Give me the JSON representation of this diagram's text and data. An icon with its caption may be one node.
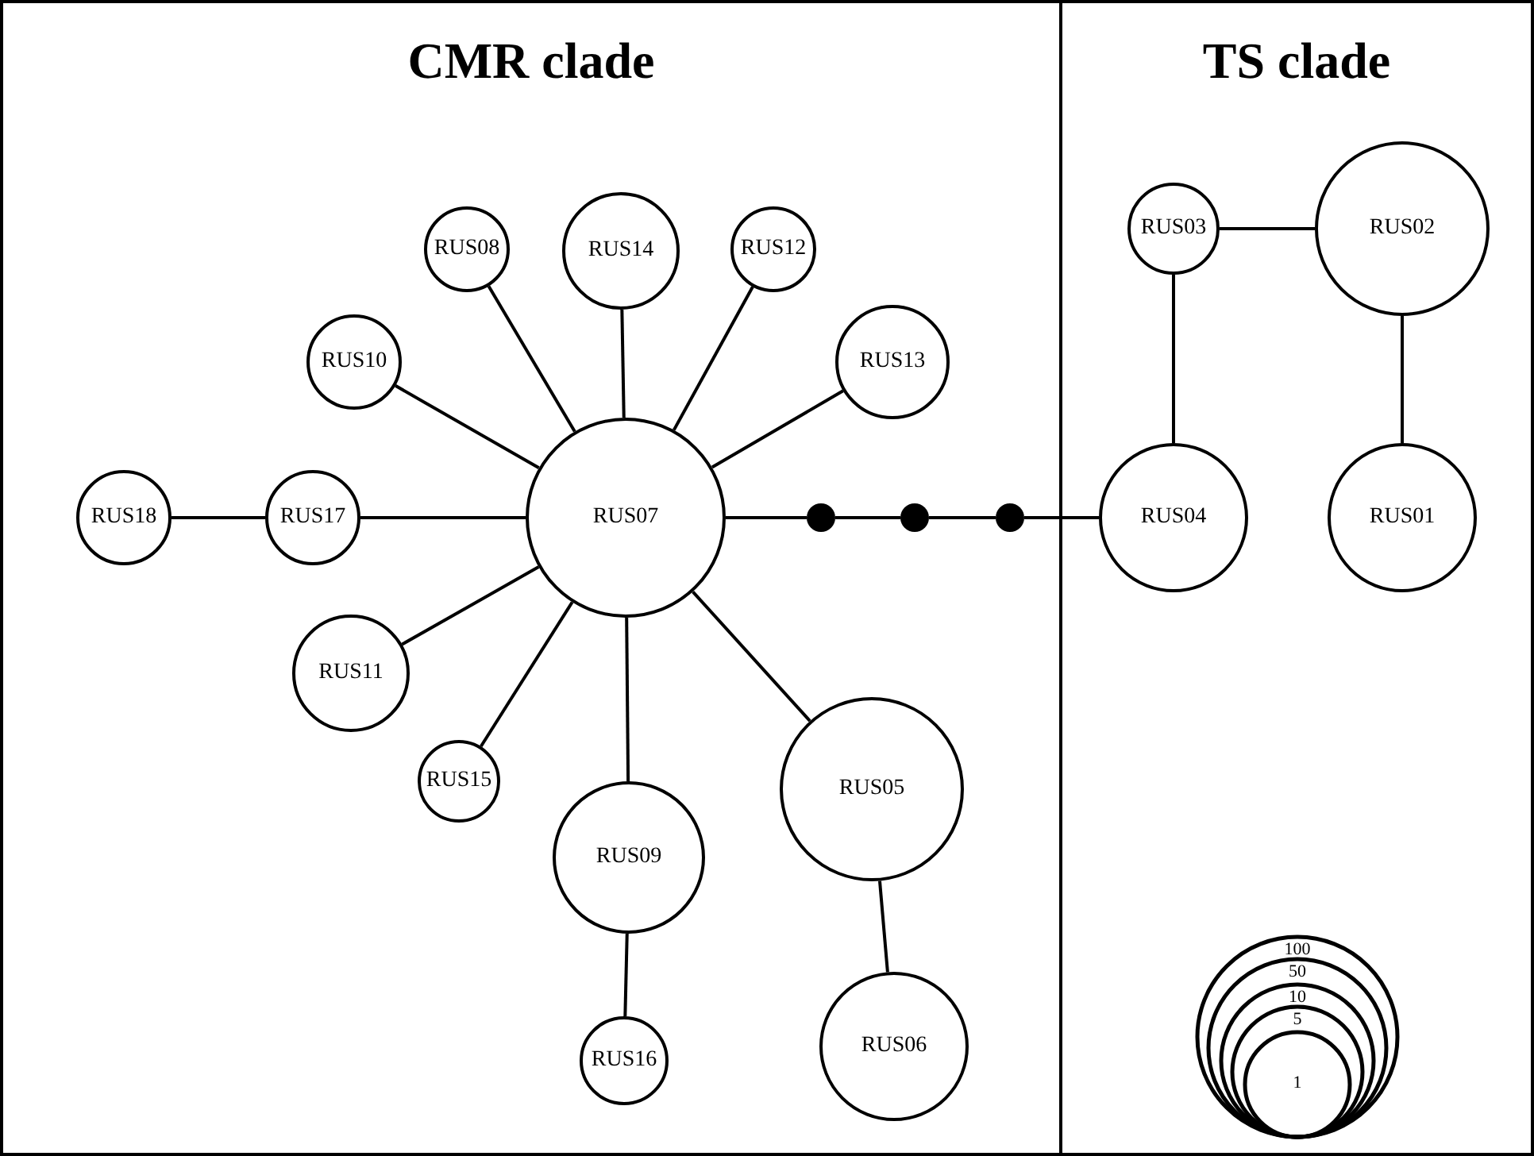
{
  "diagram": {
    "nodes": [
      {
        "text": [
          "CMR clade"
        ]
      },
      {
        "text": [
          "RUS14"
        ],
        "in": 0
      },
      {
        "text": [
          "RUS08"
        ],
        "in": 0
      },
      {
        "text": [
          "RUS12"
        ],
        "in": 0
      },
      {
        "text": [
          "RUS10"
        ],
        "in": 0
      },
      {
        "text": [
          "RUS13"
        ],
        "in": 0
      },
      {
        "text": [
          "RUS18"
        ],
        "in": 0
      },
      {
        "text": [
          "RUS17"
        ],
        "in": 0
      },
      {
        "text": [
          "RUS07"
        ],
        "in": 0
      },
      {
        "text": [],
        "shape": "circle",
        "in": 0
      },
      {
        "text": [],
        "shape": "circle",
        "in": 0
      },
      {
        "text": [],
        "shape": "circle",
        "in": 0
      },
      {
        "text": [
          "RUS11"
        ],
        "in": 0
      },
      {
        "text": [
          "RUS15"
        ],
        "in": 0
      },
      {
        "text": [
          "RUS05"
        ],
        "in": 0
      },
      {
        "text": [
          "RUS09"
        ],
        "in": 0
      },
      {
        "text": [
          "RUS06"
        ],
        "in": 0
      },
      {
        "text": [
          "RUS16"
        ],
        "in": 0
      },
      {
        "text": [
          "TS clade"
        ]
      },
      {
        "text": [
          "RUS03"
        ],
        "in": 18
      },
      {
        "text": [
          "RUS02"
        ],
        "in": 18
      },
      {
        "text": [
          "RUS04"
        ],
        "in": 18
      },
      {
        "text": [
          "RUS01"
        ],
        "in": 18
      }
    ],
    "edges": [
      {
        "from": 8,
        "to": 1,
        "arrow": "none"
      },
      {
        "from": 8,
        "to": 2,
        "arrow": "none"
      },
      {
        "from": 8,
        "to": 3,
        "arrow": "none"
      },
      {
        "from": 8,
        "to": 4,
        "arrow": "none"
      },
      {
        "from": 8,
        "to": 5,
        "arrow": "none"
      },
      {
        "from": 6,
        "to": 7,
        "arrow": "none"
      },
      {
        "from": 7,
        "to": 8,
        "arrow": "none"
      },
      {
        "from": 8,
        "to": 9,
        "arrow": "none"
      },
      {
        "from": 9,
        "to": 10,
        "arrow": "none"
      },
      {
        "from": 10,
        "to": 11,
        "arrow": "none"
      },
      {
        "from": 11,
        "to": 21,
        "arrow": "none"
      },
      {
        "from": 8,
        "to": 12,
        "arrow": "none"
      },
      {
        "from": 8,
        "to": 13,
        "arrow": "none"
      },
      {
        "from": 8,
        "to": 14,
        "arrow": "none"
      },
      {
        "from": 8,
        "to": 15,
        "arrow": "none"
      },
      {
        "from": 14,
        "to": 16,
        "arrow": "none"
      },
      {
        "from": 15,
        "to": 17,
        "arrow": "none"
      },
      {
        "from": 19,
        "to": 20,
        "arrow": "none"
      },
      {
        "from": 19,
        "to": 21,
        "arrow": "none"
      },
      {
        "from": 20,
        "to": 22,
        "arrow": "none"
      }
    ],
    "labels": [
      "100",
      "50",
      "10",
      "5",
      "1"
    ]
  }
}
